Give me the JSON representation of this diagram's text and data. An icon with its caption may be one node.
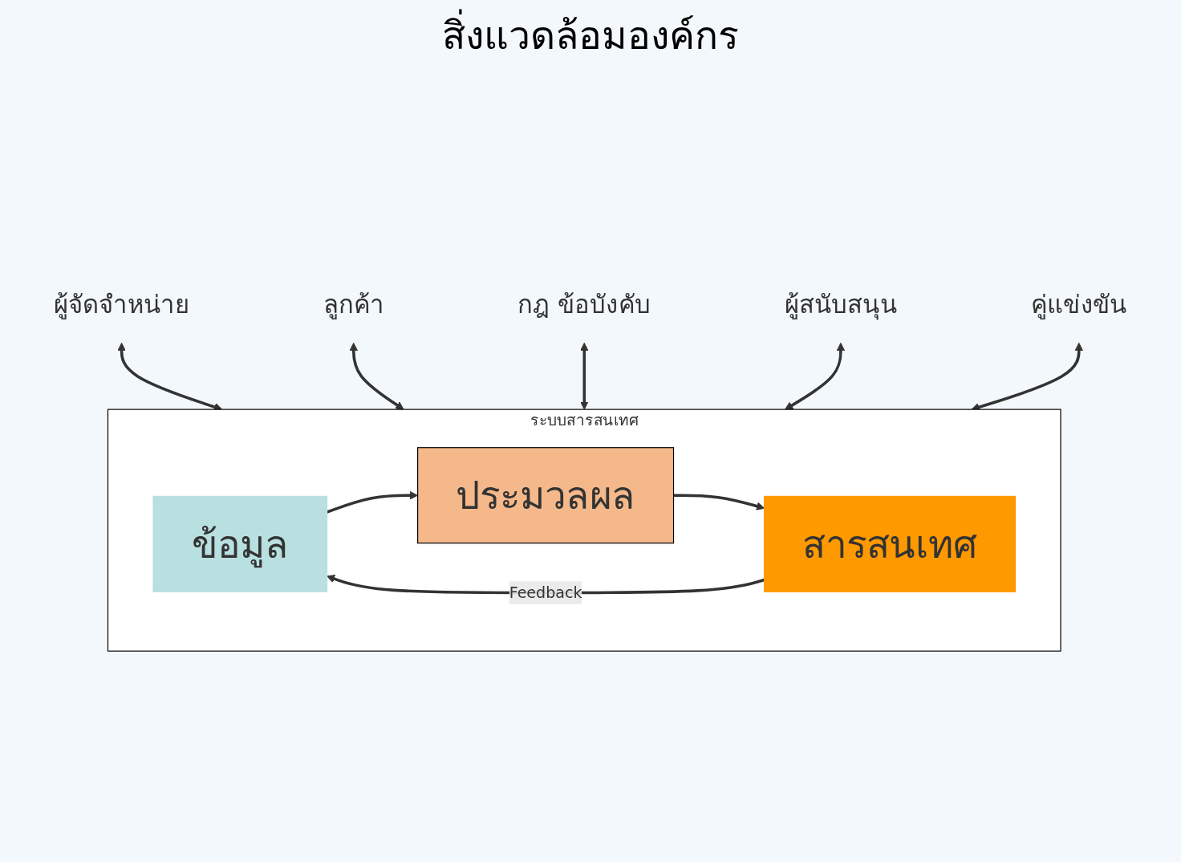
{
  "diagram": {
    "title": "สิ่งแวดล้อมองค์กร",
    "nodes": [
      {
        "text": [
          "ผู้จัดจำหน่าย"
        ]
      },
      {
        "text": [
          "ลูกค้า"
        ]
      },
      {
        "text": [
          "ระบบสารสนเทศ"
        ]
      },
      {
        "text": [
          "ข้อมูล"
        ],
        "in": 2
      },
      {
        "text": [
          "ประมวลผล"
        ],
        "in": 2
      },
      {
        "text": [
          "สารสนเทศ"
        ],
        "in": 2
      },
      {
        "text": [
          "กฎ ข้อบังคับ"
        ]
      },
      {
        "text": [
          "ผู้สนับสนุน"
        ]
      },
      {
        "text": [
          "คู่แข่งขัน"
        ]
      }
    ],
    "edges": [
      {
        "from": 0,
        "to": 2,
        "arrow": "both"
      },
      {
        "from": 1,
        "to": 2,
        "arrow": "both"
      },
      {
        "from": 3,
        "to": 4,
        "arrow": "to"
      },
      {
        "from": 4,
        "to": 5,
        "arrow": "to"
      },
      {
        "from": 5,
        "to": 3,
        "arrow": "to",
        "label": "Feedback"
      },
      {
        "from": 6,
        "to": 2,
        "arrow": "both"
      },
      {
        "from": 7,
        "to": 2,
        "arrow": "both"
      },
      {
        "from": 8,
        "to": 2,
        "arrow": "both"
      }
    ]
  }
}
